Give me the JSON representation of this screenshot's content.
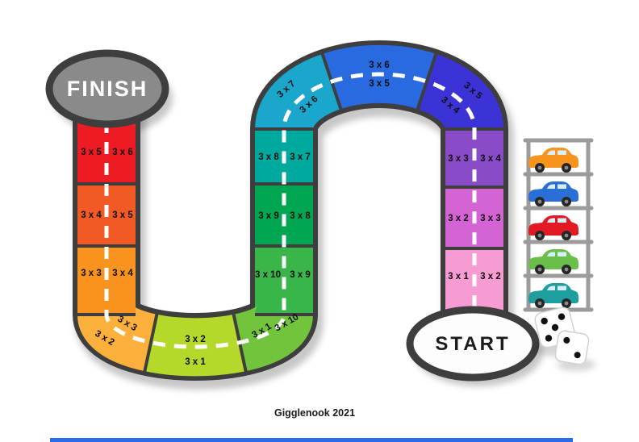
{
  "page": {
    "credit": "Gigglenook 2021"
  },
  "colors": {
    "track_border": "#3e3e3e",
    "dash": "#ffffff",
    "finish_fill": "#8a8a8a",
    "start_fill": "#fdfdfd",
    "rack": "#9b9b9b",
    "accent_bar": "#2b6ce8"
  },
  "board": {
    "finish_label": "FINISH",
    "start_label": "START",
    "cells": [
      {
        "name": "board-cell-1",
        "color": "#f79bd3",
        "labels": [
          "3 x 1",
          "3 x 2"
        ]
      },
      {
        "name": "board-cell-2",
        "color": "#d463d4",
        "labels": [
          "3 x 2",
          "3 x 3"
        ]
      },
      {
        "name": "board-cell-3",
        "color": "#8a4bc9",
        "labels": [
          "3 x 3",
          "3 x 4"
        ]
      },
      {
        "name": "board-cell-4",
        "color": "#3c33d6",
        "labels": [
          "3 x 4",
          "3 x 5"
        ]
      },
      {
        "name": "board-cell-5",
        "color": "#2a6ae0",
        "labels": [
          "3 x 6",
          "3 x 5"
        ]
      },
      {
        "name": "board-cell-6",
        "color": "#1ba7cc",
        "labels": [
          "3 x 7",
          "3 x 6"
        ]
      },
      {
        "name": "board-cell-7",
        "color": "#00a99d",
        "labels": [
          "3 x 8",
          "3 x 7"
        ]
      },
      {
        "name": "board-cell-8",
        "color": "#00a651",
        "labels": [
          "3 x 9",
          "3 x 8"
        ]
      },
      {
        "name": "board-cell-9",
        "color": "#3ab54a",
        "labels": [
          "3 x 10",
          "3 x 9"
        ]
      },
      {
        "name": "board-cell-10",
        "color": "#72c43c",
        "labels": [
          "3 x 1",
          "3 x 10"
        ]
      },
      {
        "name": "board-cell-11",
        "color": "#b5d92a",
        "labels": [
          "3 x 2",
          "3 x 1"
        ]
      },
      {
        "name": "board-cell-12",
        "color": "#fbb03b",
        "labels": [
          "3 x 3",
          "3 x 2"
        ]
      },
      {
        "name": "board-cell-13",
        "color": "#f7931e",
        "labels": [
          "3 x 3",
          "3 x 4"
        ]
      },
      {
        "name": "board-cell-14",
        "color": "#f15a24",
        "labels": [
          "3 x 4",
          "3 x 5"
        ]
      },
      {
        "name": "board-cell-15",
        "color": "#ed1c24",
        "labels": [
          "3 x 5",
          "3 x 6"
        ]
      }
    ]
  },
  "cars": [
    {
      "name": "orange-car",
      "color": "#f7941e"
    },
    {
      "name": "blue-car",
      "color": "#2a6fd6"
    },
    {
      "name": "red-car",
      "color": "#e01b24"
    },
    {
      "name": "green-car",
      "color": "#6abf4b"
    },
    {
      "name": "teal-car",
      "color": "#1f9e9e"
    }
  ],
  "dice": [
    {
      "value": "5"
    },
    {
      "value": "2"
    }
  ]
}
